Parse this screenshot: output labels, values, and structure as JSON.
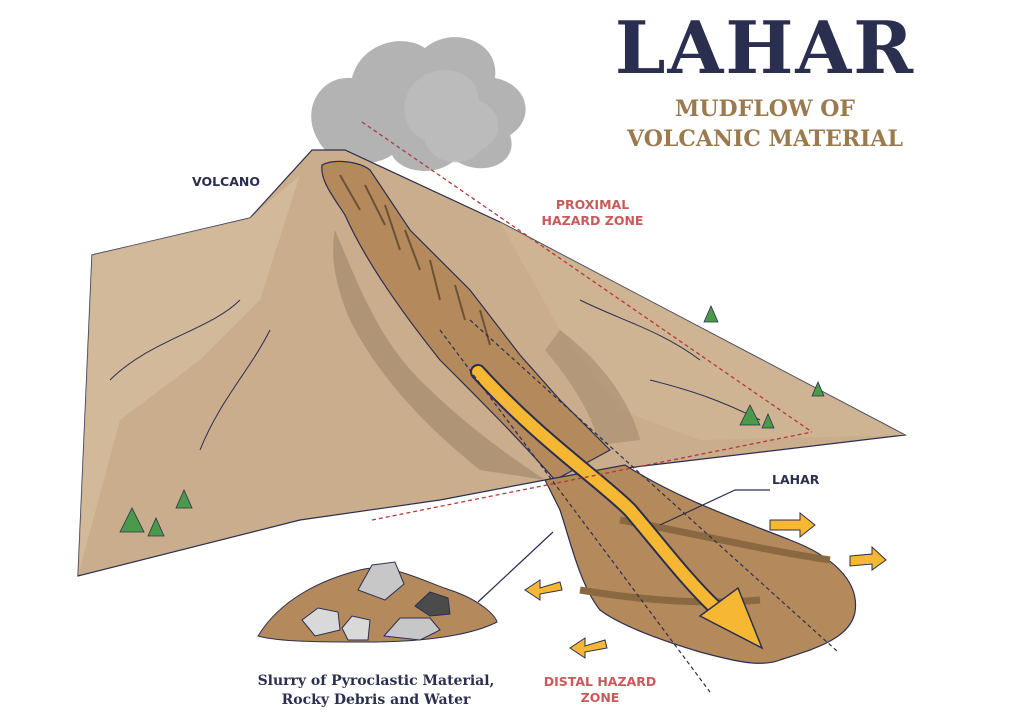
{
  "title": "LAHAR",
  "subtitle_line1": "MUDFLOW OF",
  "subtitle_line2": "VOLCANIC MATERIAL",
  "labels": {
    "volcano": "VOLCANO",
    "proximal_line1": "PROXIMAL",
    "proximal_line2": "HAZARD ZONE",
    "lahar": "LAHAR",
    "distal_line1": "DISTAL HAZARD",
    "distal_line2": "ZONE",
    "slurry_line1": "Slurry of Pyroclastic Material,",
    "slurry_line2": "Rocky Debris and Water"
  },
  "colors": {
    "title": "#2b2f4f",
    "subtitle": "#9a7a4e",
    "zone_label": "#c85a5a",
    "mountain": "#c9ad8c",
    "mountain_shadow": "#a98e70",
    "lahar_flow": "#b48a5d",
    "arrow": "#f6b733",
    "smoke": "#9a9a9a",
    "hazard_line": "#b23a3a",
    "tree": "#4a9a4a"
  }
}
